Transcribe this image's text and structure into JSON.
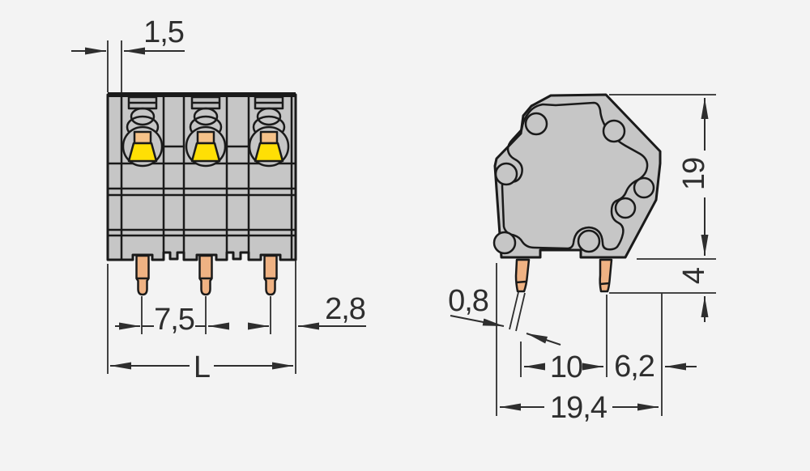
{
  "front_view": {
    "description": "front elevation of 3-pole PCB terminal block",
    "pole_count": 3,
    "dimensions": {
      "wall_thickness": "1,5",
      "pin_pitch": "7,5",
      "pin_to_edge": "2,8",
      "total_length": "L"
    }
  },
  "side_view": {
    "description": "side profile of terminal block with solder pins",
    "dimensions": {
      "height": "19",
      "pin_length": "4",
      "pin_thickness": "0,8",
      "pin_spacing": "10",
      "pin_to_edge": "6,2",
      "depth": "19,4"
    }
  },
  "colors": {
    "background": "#f3f3f3",
    "housing_gray": "#c6c6c6",
    "outline": "#1a1a1a",
    "dimension_lines": "#2e2e2e",
    "pin_copper": "#efb283",
    "actuator_yellow": "#ffdf05",
    "actuator_orange": "#f5c289"
  }
}
